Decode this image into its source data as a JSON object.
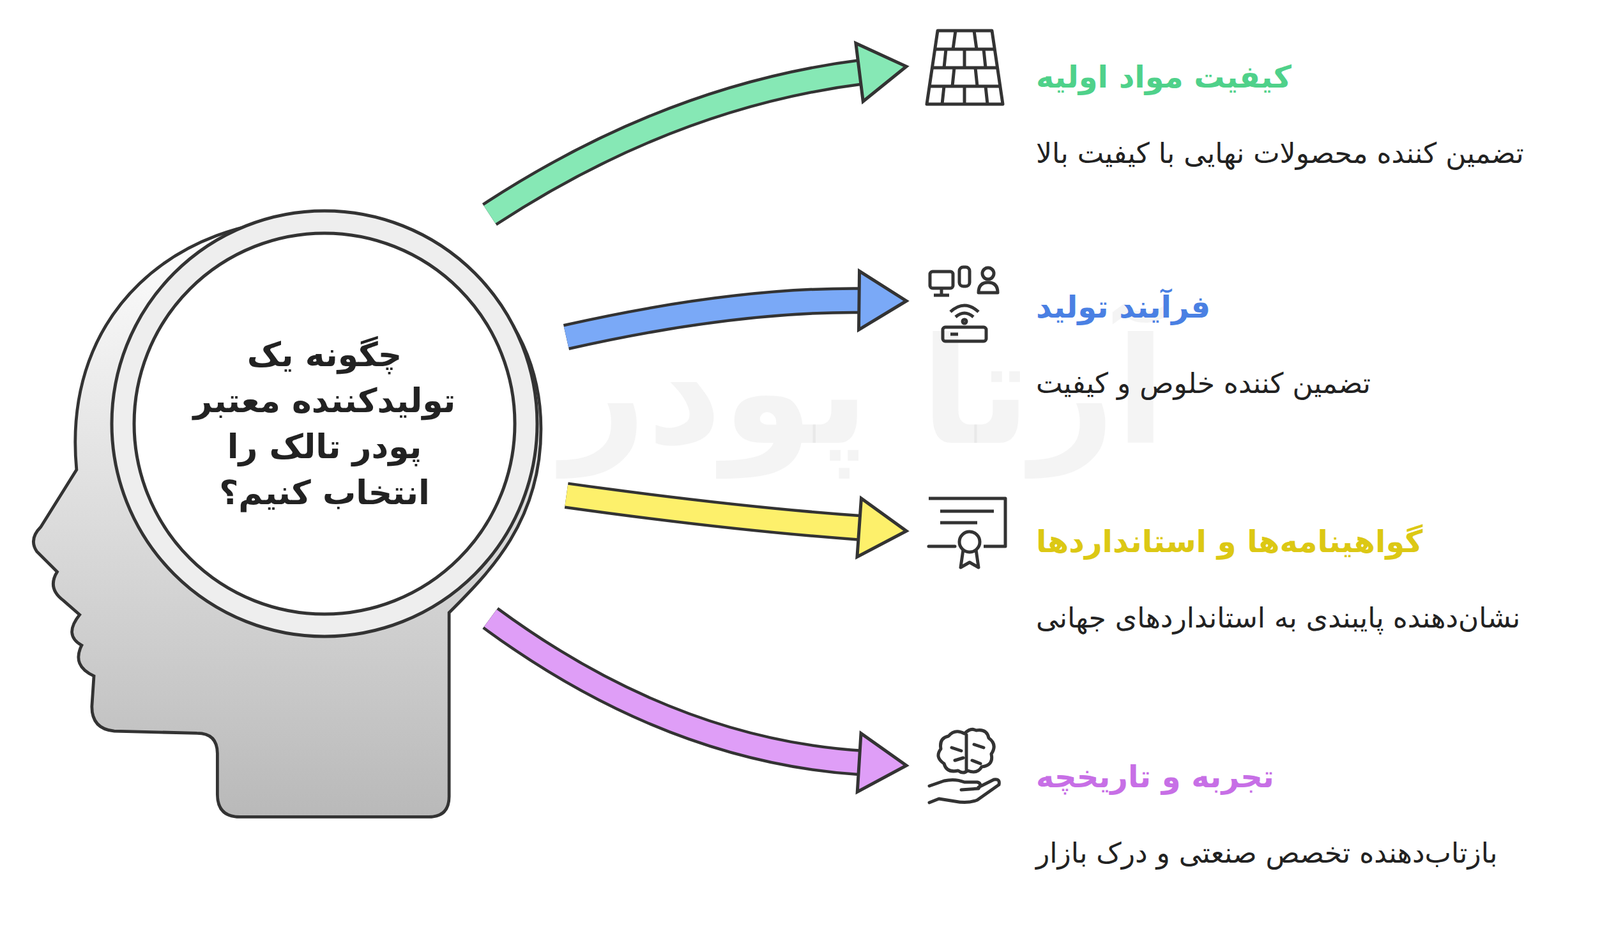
{
  "diagram": {
    "nodes": [
      {
        "text": [
          "چگونه یک تولیدکننده معتبر پودر تالک را انتخاب کنیم؟"
        ]
      },
      {
        "text": [
          "کیفیت مواد اولیه",
          "تضمین کننده محصولات نهایی با کیفیت بالا"
        ]
      },
      {
        "text": [
          "فرآیند تولید",
          "تضمین کننده خلوص و کیفیت"
        ]
      },
      {
        "text": [
          "گواهینامه‌ها و استانداردها",
          "نشان‌دهنده پایبندی به استانداردهای جهانی"
        ]
      },
      {
        "text": [
          "تجربه و تاریخچه",
          "بازتاب‌دهنده تخصص صنعتی و درک بازار"
        ]
      }
    ],
    "edges": [
      {
        "from": 0,
        "to": 1,
        "arrow": "to"
      },
      {
        "from": 0,
        "to": 2,
        "arrow": "to"
      },
      {
        "from": 0,
        "to": 3,
        "arrow": "to"
      },
      {
        "from": 0,
        "to": 4,
        "arrow": "to"
      }
    ],
    "labels": [
      "آرتا پودر"
    ]
  }
}
